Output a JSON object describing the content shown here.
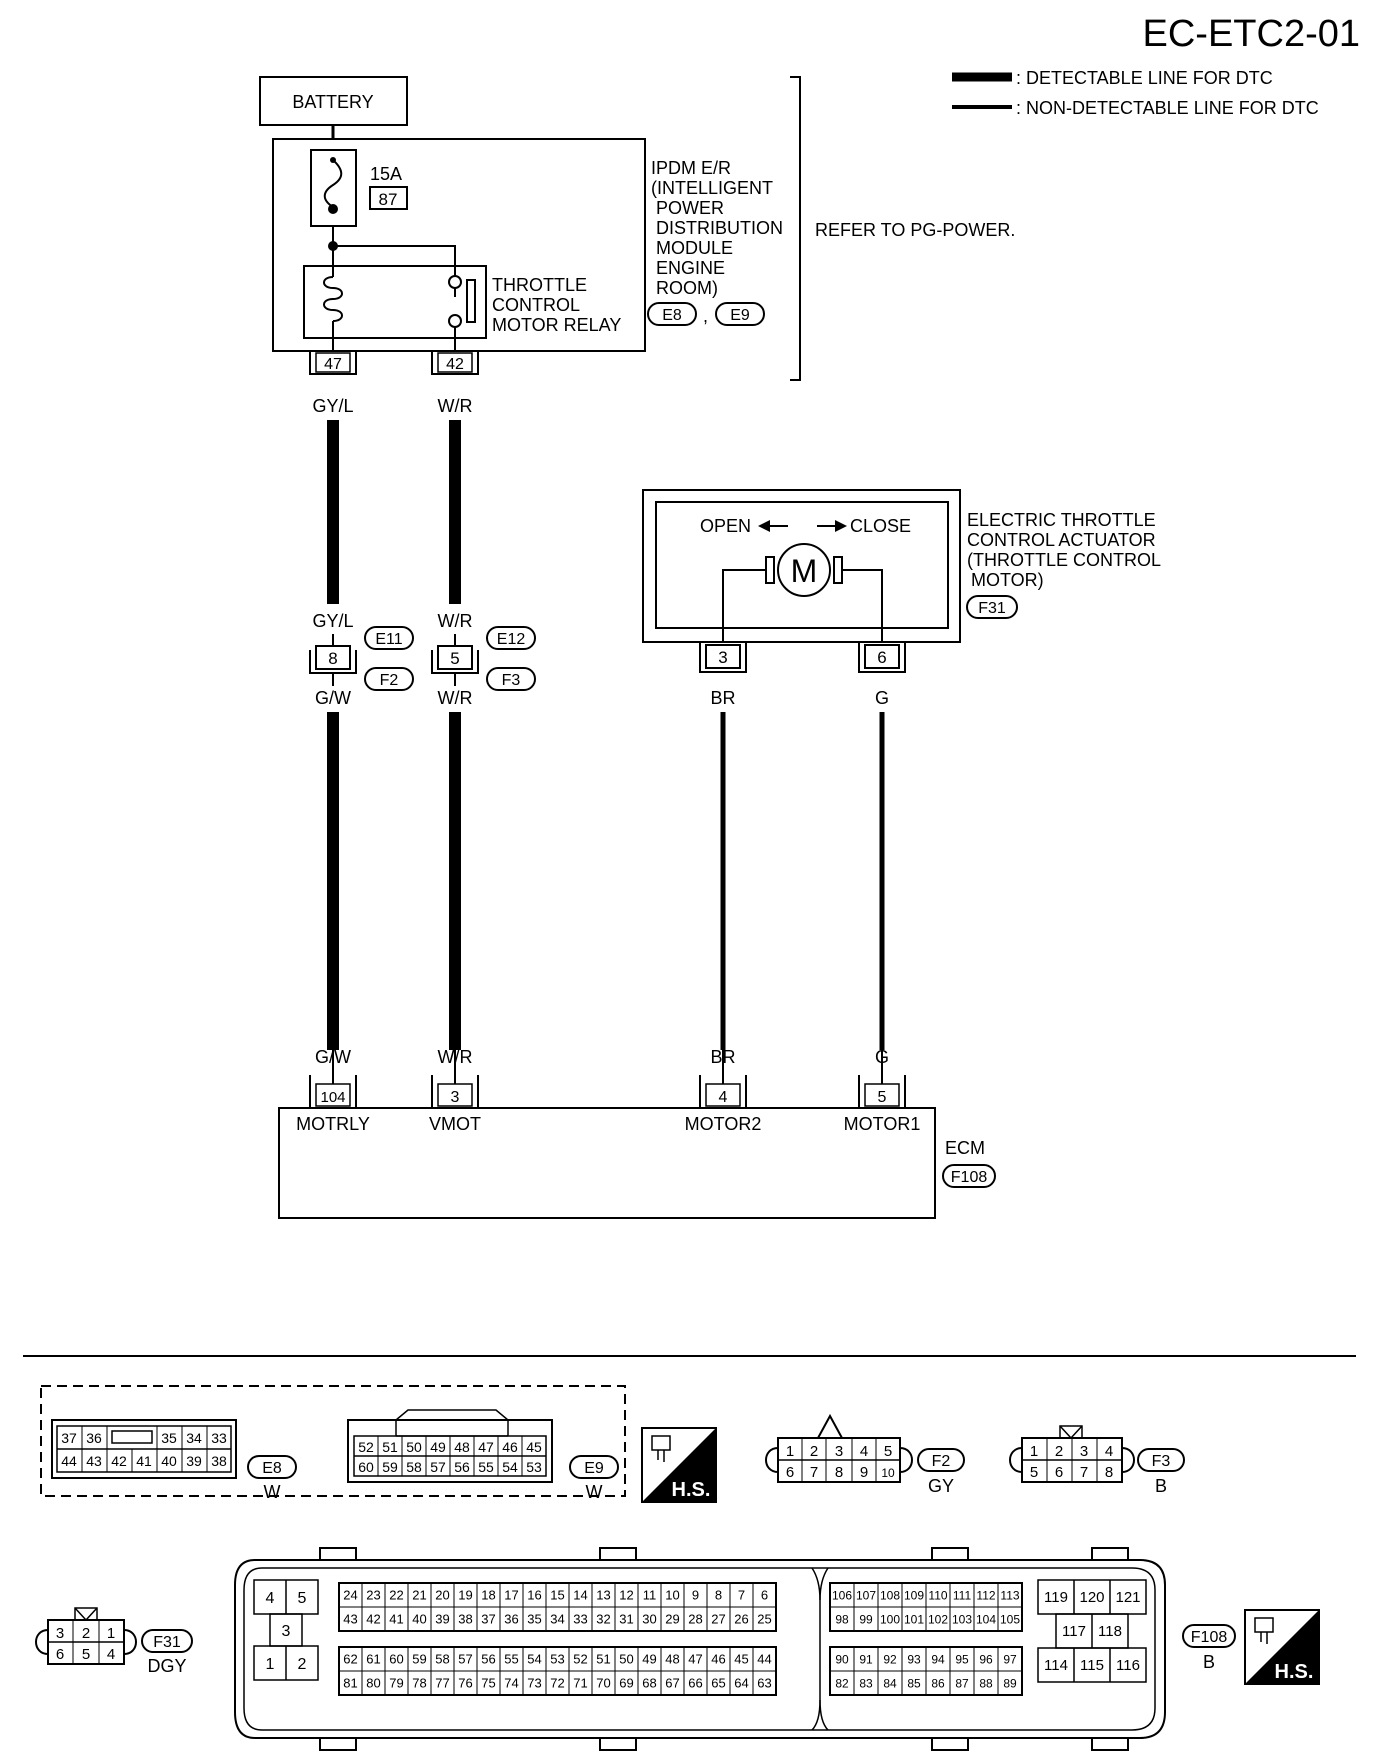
{
  "page_id": "EC-ETC2-01",
  "legend": {
    "detectable": ": DETECTABLE LINE FOR DTC",
    "non_detectable": ": NON-DETECTABLE LINE FOR DTC"
  },
  "battery": {
    "label": "BATTERY"
  },
  "ipdm": {
    "fuse_amp": "15A",
    "fuse_no": "87",
    "relay_label": [
      "THROTTLE",
      "CONTROL",
      "MOTOR RELAY"
    ],
    "name": [
      "IPDM E/R",
      "(INTELLIGENT",
      "POWER",
      "DISTRIBUTION",
      "MODULE",
      "ENGINE",
      "ROOM)"
    ],
    "connectors": [
      "E8",
      "E9"
    ],
    "separator": ",",
    "terminals": [
      "47",
      "42"
    ],
    "refer": "REFER TO PG-POWER."
  },
  "actuator": {
    "open": "OPEN",
    "close": "CLOSE",
    "motor": "M",
    "name": [
      "ELECTRIC THROTTLE",
      "CONTROL ACTUATOR",
      "(THROTTLE CONTROL",
      "MOTOR)"
    ],
    "connector": "F31",
    "terminals": [
      "3",
      "6"
    ]
  },
  "joint_connectors": [
    {
      "top_color": "GY/L",
      "pin": "8",
      "top_conn": "E11",
      "bottom_conn": "F2",
      "bottom_color": "G/W"
    },
    {
      "top_color": "W/R",
      "pin": "5",
      "top_conn": "E12",
      "bottom_conn": "F3",
      "bottom_color": "W/R"
    }
  ],
  "wires": {
    "ipdm_47": "GY/L",
    "ipdm_42": "W/R",
    "act_3": "BR",
    "act_6": "G"
  },
  "ecm": {
    "name": "ECM",
    "connector": "F108",
    "pins": [
      {
        "wire": "G/W",
        "pin": "104",
        "signal": "MOTRLY"
      },
      {
        "wire": "W/R",
        "pin": "3",
        "signal": "VMOT"
      },
      {
        "wire": "BR",
        "pin": "4",
        "signal": "MOTOR2"
      },
      {
        "wire": "G",
        "pin": "5",
        "signal": "MOTOR1"
      }
    ]
  },
  "connector_views": {
    "E8": {
      "label": "E8",
      "color": "W",
      "row1": [
        "37",
        "36",
        "35",
        "34",
        "33"
      ],
      "row2": [
        "44",
        "43",
        "42",
        "41",
        "40",
        "39",
        "38"
      ]
    },
    "E9": {
      "label": "E9",
      "color": "W",
      "row1": [
        "52",
        "51",
        "50",
        "49",
        "48",
        "47",
        "46",
        "45"
      ],
      "row2": [
        "60",
        "59",
        "58",
        "57",
        "56",
        "55",
        "54",
        "53"
      ]
    },
    "F2": {
      "label": "F2",
      "color": "GY",
      "row1": [
        "1",
        "2",
        "3",
        "4",
        "5"
      ],
      "row2": [
        "6",
        "7",
        "8",
        "9",
        "10"
      ]
    },
    "F3": {
      "label": "F3",
      "color": "B",
      "row1": [
        "1",
        "2",
        "3",
        "4"
      ],
      "row2": [
        "5",
        "6",
        "7",
        "8"
      ]
    },
    "F31": {
      "label": "F31",
      "color": "DGY",
      "row1": [
        "3",
        "2",
        "1"
      ],
      "row2": [
        "6",
        "5",
        "4"
      ]
    },
    "F108": {
      "label": "F108",
      "color": "B",
      "g1": [
        "4",
        "5",
        "3",
        "1",
        "2"
      ],
      "g2r1": [
        "24",
        "23",
        "22",
        "21",
        "20",
        "19",
        "18",
        "17",
        "16",
        "15",
        "14",
        "13",
        "12",
        "11",
        "10",
        "9",
        "8",
        "7",
        "6"
      ],
      "g2r2": [
        "43",
        "42",
        "41",
        "40",
        "39",
        "38",
        "37",
        "36",
        "35",
        "34",
        "33",
        "32",
        "31",
        "30",
        "29",
        "28",
        "27",
        "26",
        "25"
      ],
      "g2r3": [
        "62",
        "61",
        "60",
        "59",
        "58",
        "57",
        "56",
        "55",
        "54",
        "53",
        "52",
        "51",
        "50",
        "49",
        "48",
        "47",
        "46",
        "45",
        "44"
      ],
      "g2r4": [
        "81",
        "80",
        "79",
        "78",
        "77",
        "76",
        "75",
        "74",
        "73",
        "72",
        "71",
        "70",
        "69",
        "68",
        "67",
        "66",
        "65",
        "64",
        "63"
      ],
      "g3r1": [
        "106",
        "107",
        "108",
        "109",
        "110",
        "111",
        "112",
        "113"
      ],
      "g3r2": [
        "98",
        "99",
        "100",
        "101",
        "102",
        "103",
        "104",
        "105"
      ],
      "g3r3": [
        "90",
        "91",
        "92",
        "93",
        "94",
        "95",
        "96",
        "97"
      ],
      "g3r4": [
        "82",
        "83",
        "84",
        "85",
        "86",
        "87",
        "88",
        "89"
      ],
      "g4": [
        "119",
        "120",
        "121",
        "117",
        "118",
        "114",
        "115",
        "116"
      ]
    }
  },
  "hs": "H.S."
}
